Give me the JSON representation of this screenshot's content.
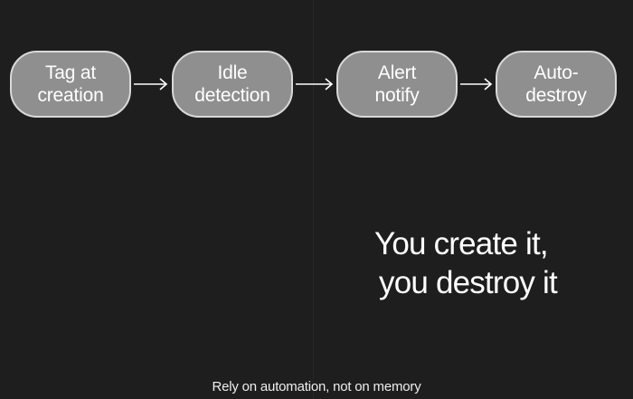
{
  "flow": {
    "steps": [
      {
        "label": "Tag at\ncreation"
      },
      {
        "label": "Idle\ndetection"
      },
      {
        "label": "Alert\nnotify"
      },
      {
        "label": "Auto-\ndestroy"
      }
    ]
  },
  "motto": {
    "line1": "You create it,",
    "line2": "you destroy it"
  },
  "footer": {
    "text": "Rely on automation, not on memory"
  },
  "colors": {
    "background": "#1e1e1e",
    "node_fill": "#8f8f8f",
    "node_border": "#d9d9d9",
    "text": "#ffffff"
  }
}
